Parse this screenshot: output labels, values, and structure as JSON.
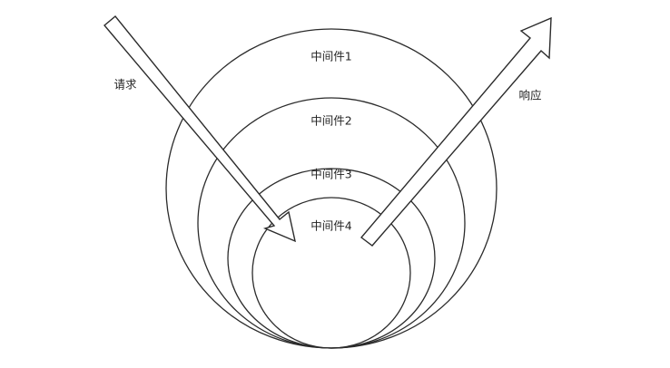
{
  "diagram": {
    "request_label": "请求",
    "response_label": "响应",
    "layers": [
      {
        "label": "中间件1"
      },
      {
        "label": "中间件2"
      },
      {
        "label": "中间件3"
      },
      {
        "label": "中间件4"
      }
    ],
    "stroke_color": "#2b2b2b",
    "background_color": "#ffffff"
  }
}
